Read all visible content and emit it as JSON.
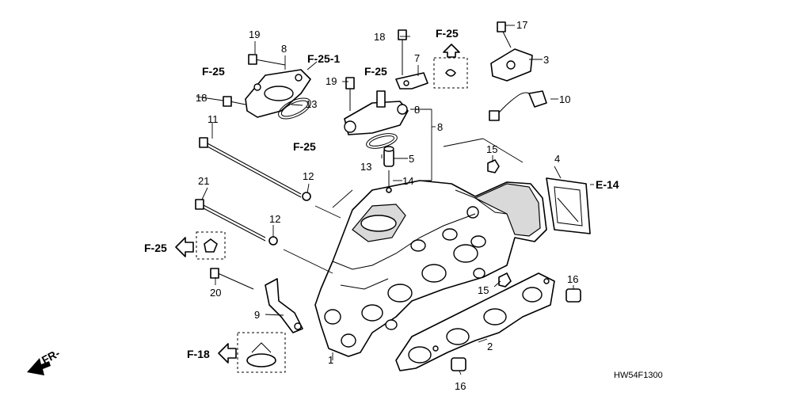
{
  "parts": {
    "p1": "1",
    "p2": "2",
    "p3": "3",
    "p4": "4",
    "p5": "5",
    "p7": "7",
    "p8a": "8",
    "p8b": "8",
    "p8c": "8",
    "p9": "9",
    "p10": "10",
    "p11": "11",
    "p12a": "12",
    "p12b": "12",
    "p13a": "13",
    "p13b": "13",
    "p14": "14",
    "p15a": "15",
    "p15b": "15",
    "p16a": "16",
    "p16b": "16",
    "p17": "17",
    "p18a": "18",
    "p18b": "18",
    "p19a": "19",
    "p19b": "19",
    "p20": "20",
    "p21": "21"
  },
  "refs": {
    "f25_top": "F-25",
    "f25_1": "F-25-1",
    "f25_left_top": "F-25",
    "f25_mid": "F-25",
    "f25_lower": "F-25",
    "f25_left": "F-25",
    "f18": "F-18",
    "e14": "E-14"
  },
  "front_marker": "FR-",
  "diagram_code": "HW54F1300"
}
